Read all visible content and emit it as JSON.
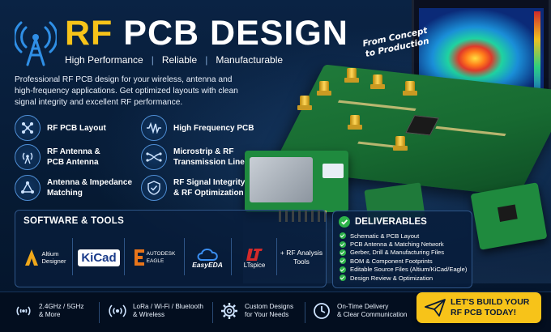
{
  "header": {
    "title_accent": "RF",
    "title_rest": "PCB DESIGN",
    "taglines": [
      "High Performance",
      "Reliable",
      "Manufacturable"
    ],
    "concept": "From Concept\nto Production",
    "intro": "Professional RF PCB design for your wireless, antenna and high-frequency applications. Get optimized layouts with clean signal integrity and excellent RF performance."
  },
  "features": [
    {
      "label": "RF PCB Layout",
      "icon": "network-nodes-icon"
    },
    {
      "label": "High Frequency PCB",
      "icon": "waveform-icon"
    },
    {
      "label": "RF Antenna &\nPCB Antenna",
      "icon": "antenna-tower-icon"
    },
    {
      "label": "Microstrip & RF\nTransmission Line",
      "icon": "transmission-line-icon"
    },
    {
      "label": "Antenna & Impedance\nMatching",
      "icon": "triangle-network-icon"
    },
    {
      "label": "RF Signal Integrity\n& RF Optimization",
      "icon": "shield-check-icon"
    }
  ],
  "software": {
    "heading": "SOFTWARE & TOOLS",
    "tools": [
      {
        "name": "Altium\nDesigner",
        "icon": "altium-logo"
      },
      {
        "name": "KiCad",
        "icon": "kicad-logo"
      },
      {
        "name": "AUTODESK\nEAGLE",
        "icon": "eagle-logo"
      },
      {
        "name": "EasyEDA",
        "icon": "easyeda-logo"
      },
      {
        "name": "LTspice",
        "icon": "ltspice-logo"
      },
      {
        "name": "+ RF Analysis\nTools",
        "icon": ""
      }
    ]
  },
  "deliverables": {
    "heading": "DELIVERABLES",
    "items": [
      "Schematic & PCB Layout",
      "PCB Antenna & Matching Network",
      "Gerber, Drill & Manufacturing Files",
      "BOM & Component Footprints",
      "Editable Source Files (Altium/KiCad/Eagle)",
      "Design Review & Optimization"
    ]
  },
  "footer": {
    "items": [
      {
        "text": "2.4GHz / 5GHz\n& More",
        "icon": "wifi-signal-icon"
      },
      {
        "text": "LoRa / Wi-Fi / Bluetooth\n& Wireless",
        "icon": "broadcast-icon"
      },
      {
        "text": "Custom Designs\nfor Your Needs",
        "icon": "gear-icon"
      },
      {
        "text": "On-Time Delivery\n& Clear Communication",
        "icon": "clock-icon"
      }
    ],
    "cta": "LET'S BUILD YOUR\nRF PCB TODAY!"
  },
  "colors": {
    "accent": "#f7c319",
    "background": "#061830",
    "check": "#2db34a",
    "line": "#4f8fd6"
  }
}
